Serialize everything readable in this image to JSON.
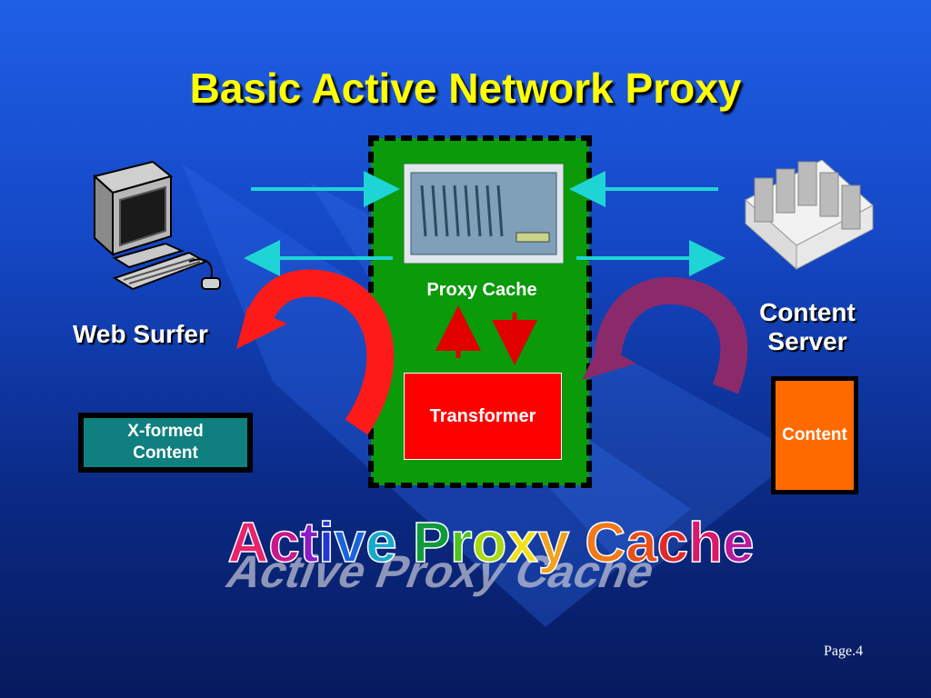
{
  "title": "Basic Active Network Proxy",
  "labels": {
    "web_surfer": "Web Surfer",
    "content_server_line1": "Content",
    "content_server_line2": "Server",
    "proxy_cache": "Proxy Cache",
    "transformer": "Transformer",
    "xformed_line1": "X-formed",
    "xformed_line2": "Content",
    "content": "Content"
  },
  "wordart": {
    "letters": [
      "A",
      "c",
      "t",
      "i",
      "v",
      "e",
      " ",
      "P",
      "r",
      "o",
      "x",
      "y",
      " ",
      "C",
      "a",
      "c",
      "h",
      "e"
    ],
    "colors": [
      "#e8236b",
      "#c8168d",
      "#8b1cc9",
      "#2337d6",
      "#1a63e0",
      "#16a9c9",
      "",
      "#0f9a3b",
      "#4bc31b",
      "#a9d814",
      "#f0e01a",
      "#f0a21a",
      "",
      "#f07a1a",
      "#e8501a",
      "#e02a2a",
      "#d81a6b",
      "#b81a9b"
    ]
  },
  "page": "Page.4",
  "colors": {
    "title": "#ffff00",
    "proxy_box": "#0a9a0a",
    "transformer": "#ff0000",
    "xformed": "#0f7f7f",
    "content": "#ff6a00",
    "arrows_cyan": "#1fd4d4",
    "curved_left": "#ff1a1a",
    "curved_right": "#8b2a6b"
  },
  "icons": [
    "computer-icon",
    "server-icon",
    "proxy-appliance-icon"
  ]
}
